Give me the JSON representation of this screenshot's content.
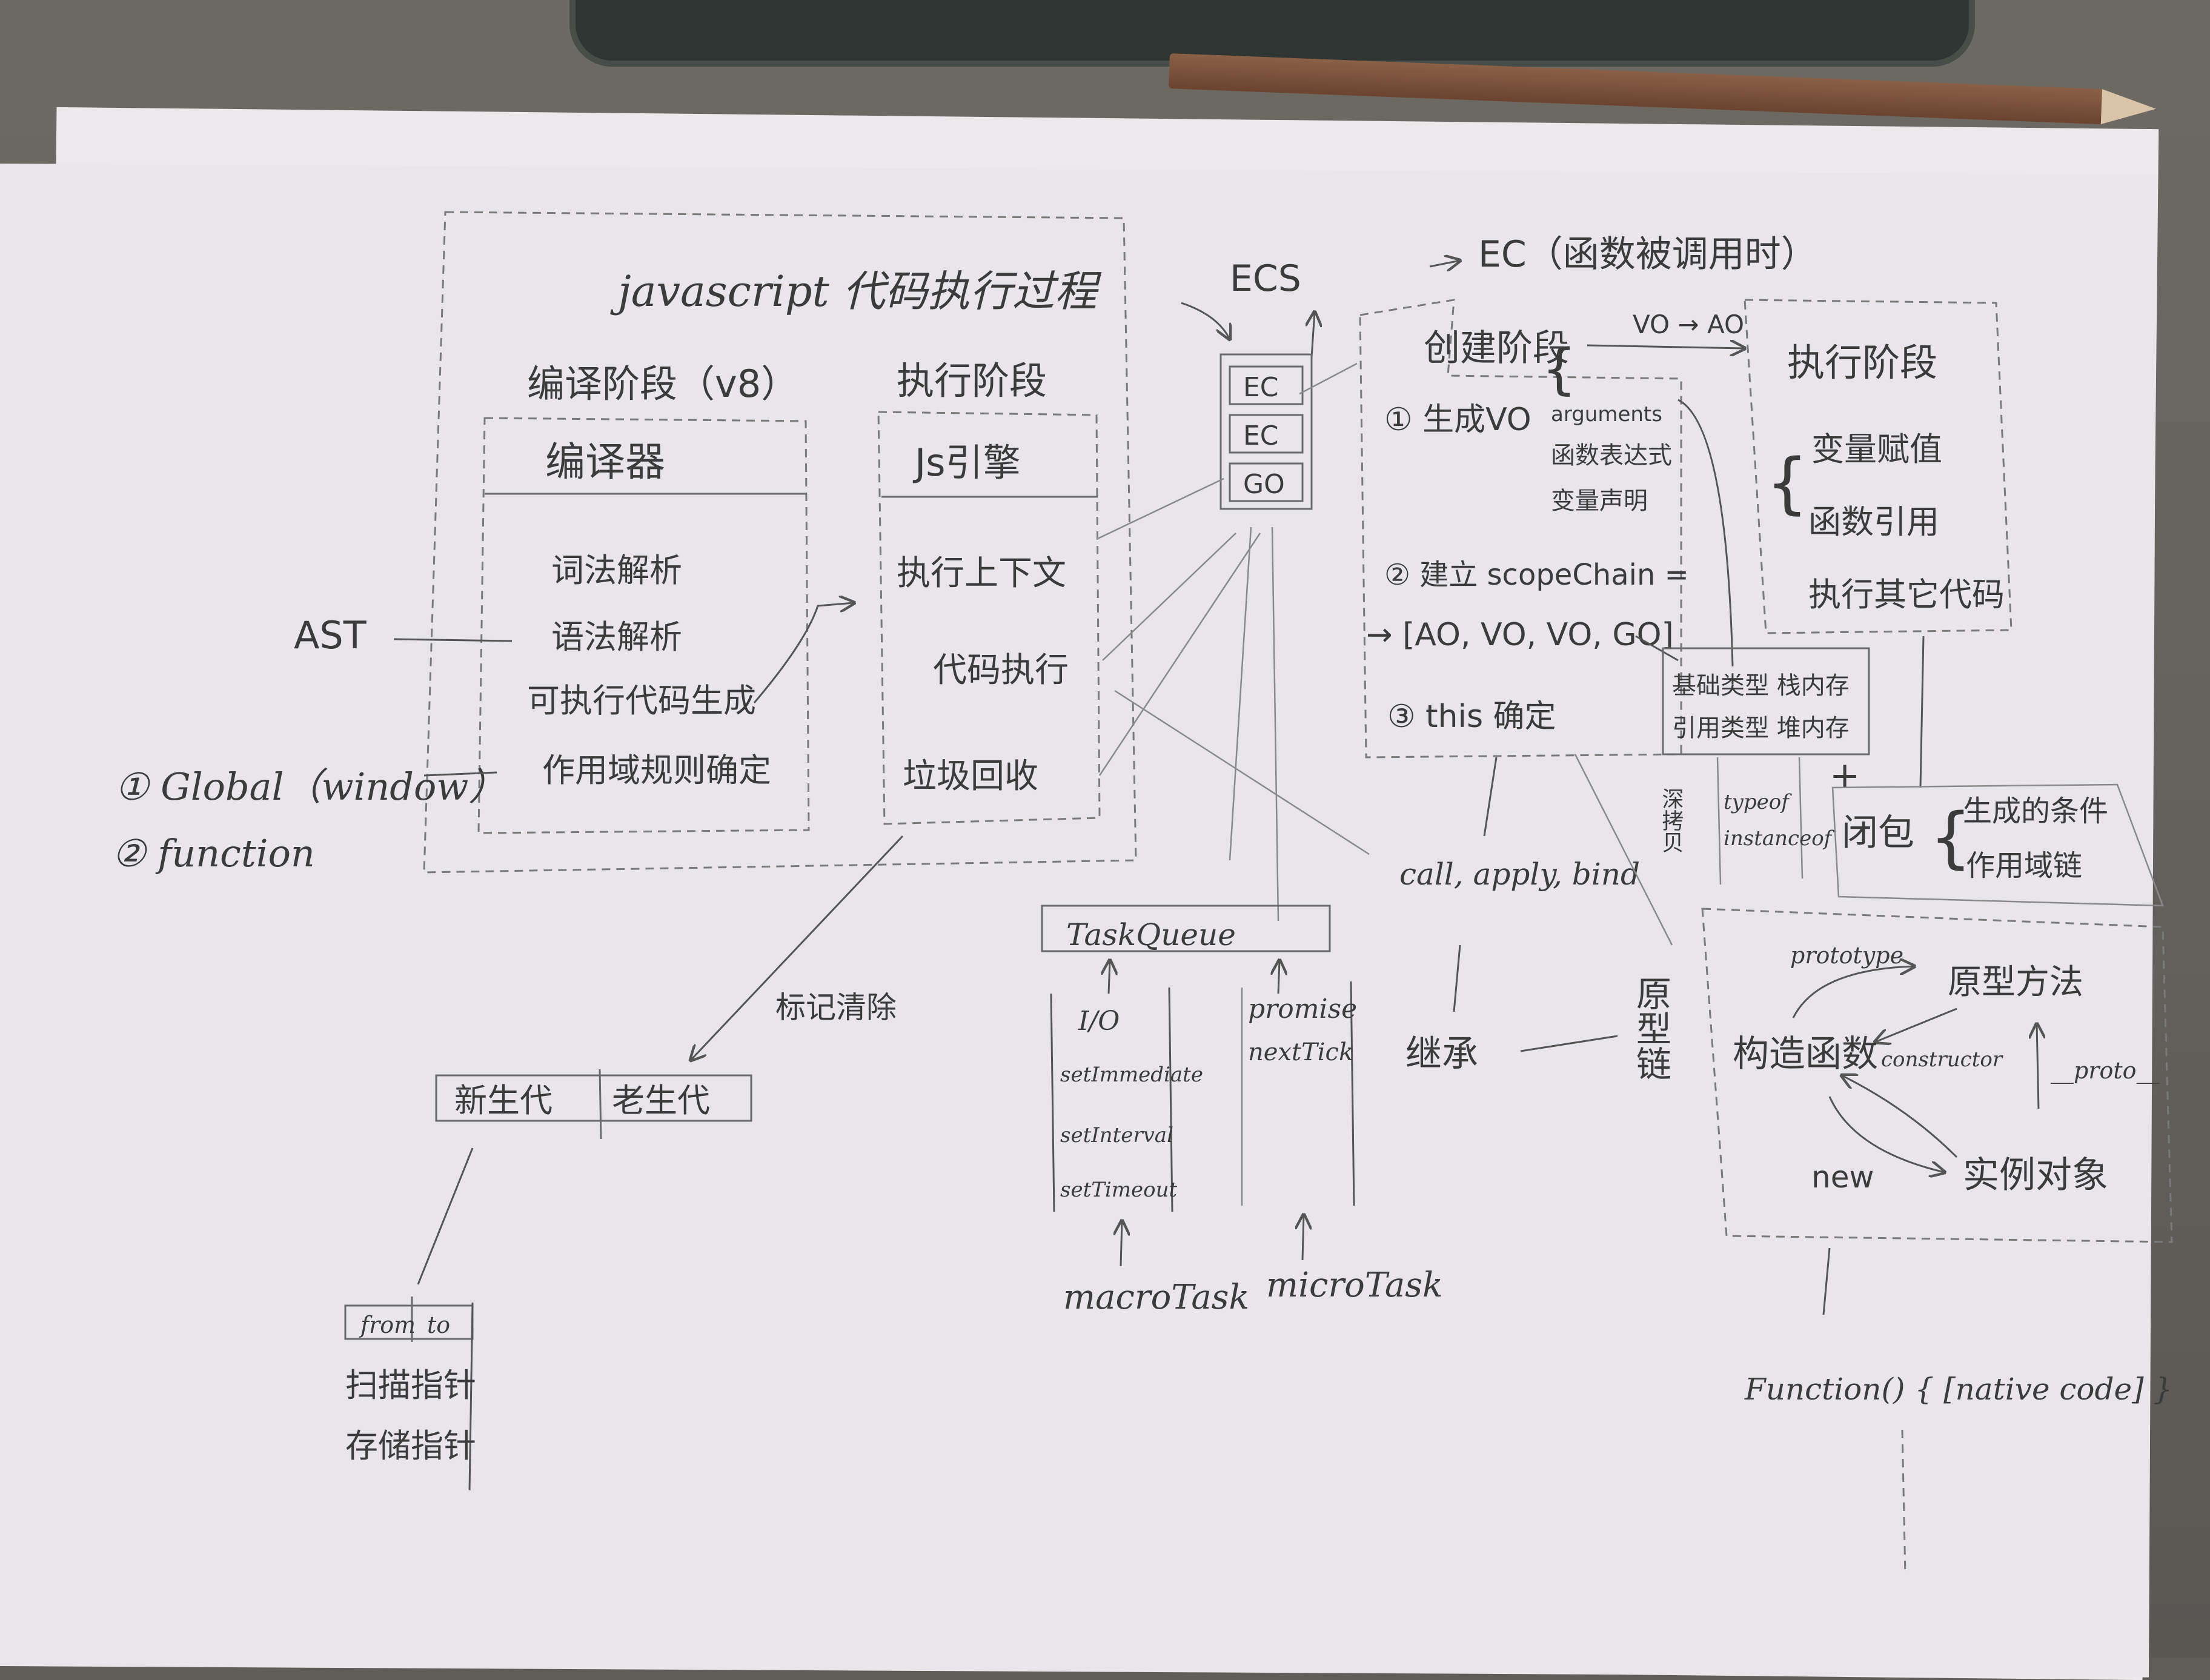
{
  "process": {
    "title": "javascript 代码执行过程",
    "compile": {
      "heading": "编译阶段（v8）",
      "tool": "编译器",
      "steps": [
        "词法解析",
        "语法解析",
        "可执行代码生成",
        "作用域规则确定"
      ]
    },
    "execute": {
      "heading": "执行阶段",
      "tool": "Js引擎",
      "steps": [
        "执行上下文",
        "代码执行",
        "垃圾回收"
      ]
    }
  },
  "left_labels": {
    "ast": "AST",
    "global": "① Global（window）",
    "function": "② function"
  },
  "ecs": {
    "label": "ECS",
    "stack": [
      "EC",
      "EC",
      "GO"
    ]
  },
  "ec": {
    "title": "EC（函数被调用时）",
    "create_heading": "创建阶段",
    "vo_ao": "VO → AO",
    "step1": "① 生成VO",
    "vo_items": [
      "arguments",
      "函数表达式",
      "变量声明"
    ],
    "step2": "② 建立 scopeChain =",
    "scope_chain": "→ [AO, VO, VO, GO]",
    "step3": "③ this 确定"
  },
  "exec_phase": {
    "heading": "执行阶段",
    "items": [
      "变量赋值",
      "函数引用",
      "执行其它代码"
    ]
  },
  "memory": {
    "basic": "基础类型  栈内存",
    "reference": "引用类型  堆内存"
  },
  "copy": {
    "deep": "深拷贝",
    "check": [
      "typeof",
      "instanceof"
    ]
  },
  "closure": {
    "label": "闭包",
    "items": [
      "生成的条件",
      "作用域链"
    ]
  },
  "binding": "call, apply, bind",
  "inherit": "继承",
  "prototype_chain": "原型链",
  "prototype": {
    "proto_label": "prototype",
    "method": "原型方法",
    "constructor_fn": "构造函数",
    "constructor_label": "constructor",
    "dunder": "__proto__",
    "instance": "实例对象",
    "new": "new"
  },
  "native": "Function() { [native code] }",
  "gc": {
    "mark_sweep": "标记清除",
    "new_gen": "新生代",
    "old_gen": "老生代",
    "from": "from",
    "to": "to",
    "scan_ptr": "扫描指针",
    "store_ptr": "存储指针"
  },
  "task_queue": {
    "label": "TaskQueue",
    "macro": [
      "I/O",
      "setImmediate",
      "setInterval",
      "setTimeout"
    ],
    "micro": [
      "promise",
      "nextTick"
    ],
    "macro_label": "macroTask",
    "micro_label": "microTask"
  }
}
